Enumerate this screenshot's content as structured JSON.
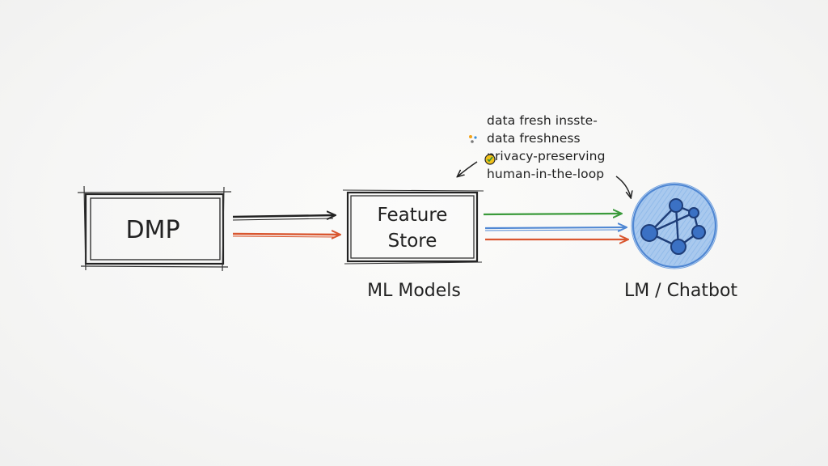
{
  "nodes": {
    "dmp": {
      "label": "DMP"
    },
    "feature_store": {
      "line1": "Feature",
      "line2": "Store",
      "caption": "ML Models"
    },
    "chatbot": {
      "caption": "LM / Chatbot"
    }
  },
  "annotations": [
    "data fresh insste-",
    "data freshness",
    "privacy-preserving",
    "human-in-the-loop"
  ],
  "colors": {
    "ink": "#222222",
    "orange": "#d9562f",
    "green": "#3a9a3a",
    "blue": "#4f87d3",
    "node_fill": "#a9c9ee",
    "node_dark": "#1e3d78"
  },
  "icons": {
    "sparkle": "sparkle-icon",
    "badge": "colorful-badge-icon",
    "network": "network-graph-icon"
  }
}
